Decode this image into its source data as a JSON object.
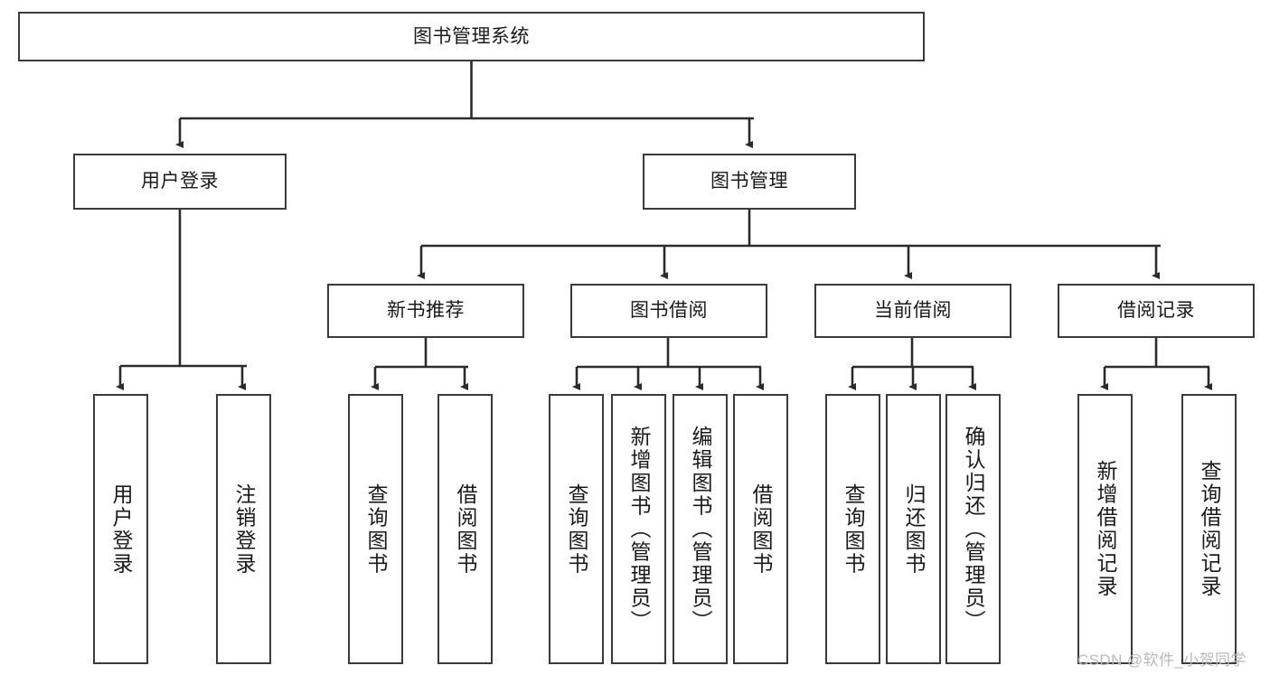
{
  "diagram": {
    "type": "tree",
    "title": "图书管理系统功能结构图",
    "orientation": "top-down",
    "box_fill": "#ffffff",
    "box_stroke": "#3a3a3a",
    "connector_color": "#2b2b2b",
    "background": "#ffffff"
  },
  "root": {
    "label": "图书管理系统"
  },
  "level1": [
    {
      "label": "用户登录"
    },
    {
      "label": "图书管理"
    }
  ],
  "level2": [
    {
      "label": "新书推荐"
    },
    {
      "label": "图书借阅"
    },
    {
      "label": "当前借阅"
    },
    {
      "label": "借阅记录"
    }
  ],
  "leaves": {
    "user_login": [
      {
        "label": "用户登录"
      },
      {
        "label": "注销登录"
      }
    ],
    "new_book": [
      {
        "label": "查询图书"
      },
      {
        "label": "借阅图书"
      }
    ],
    "book_borrow": [
      {
        "label": "查询图书"
      },
      {
        "label": "新增图书（管理员）"
      },
      {
        "label": "编辑图书（管理员）"
      },
      {
        "label": "借阅图书"
      }
    ],
    "current_borrow": [
      {
        "label": "查询图书"
      },
      {
        "label": "归还图书"
      },
      {
        "label": "确认归还（管理员）"
      }
    ],
    "borrow_record": [
      {
        "label": "新增借阅记录"
      },
      {
        "label": "查询借阅记录"
      }
    ]
  },
  "watermark": {
    "text": "CSDN @软件_小贺同学"
  }
}
